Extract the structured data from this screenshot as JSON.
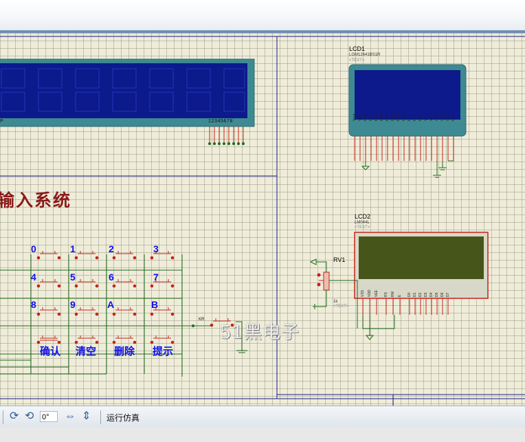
{
  "schematic": {
    "system_title": "输入系统",
    "keypad": {
      "key_labels": [
        "0",
        "1",
        "2",
        "3",
        "4",
        "5",
        "6",
        "7",
        "8",
        "9",
        "A",
        "B"
      ],
      "function_buttons": [
        "确认",
        "清空",
        "删除",
        "提示"
      ],
      "kr_label": "KR"
    },
    "lcd_left": {
      "pin_numbers": "12345678",
      "left_char": "P"
    },
    "lcd1": {
      "name": "LCD1",
      "model": "LGM12641BS1R",
      "text_tag": "<TEXT>",
      "pins": [
        "RST",
        "CS2",
        "CS1",
        "GND",
        "VCC",
        "V0",
        "R/W",
        "RS",
        "E",
        "DB7",
        "DB6",
        "DB5",
        "DB4",
        "DB3",
        "DB2",
        "DB1",
        "DB0",
        "VEE",
        "Vout"
      ]
    },
    "lcd2": {
      "name": "LCD2",
      "model": "LM044L",
      "text_tag": "<TEXT>",
      "pins": [
        "VSS",
        "VDD",
        "VEE",
        "RS",
        "RW",
        "E",
        "D0",
        "D1",
        "D2",
        "D3",
        "D4",
        "D5",
        "D6",
        "D7"
      ]
    },
    "rv1": {
      "name": "RV1",
      "value": "1k",
      "text_tag": "<TEXT>"
    },
    "watermark": "51黑电子"
  },
  "statusbar": {
    "angle_value": "0°",
    "run_status": "运行仿真"
  },
  "colors": {
    "lcd_blue_screen": "#0c1a8c",
    "lcd_teal_frame": "#3e8a92",
    "lcd2_screen": "#46561a",
    "wire": "#1a1a8c",
    "wire_green": "#1d6b1d",
    "pin_red": "#c4231a",
    "title_red": "#8b1a1a",
    "label_blue": "#1010e6"
  }
}
